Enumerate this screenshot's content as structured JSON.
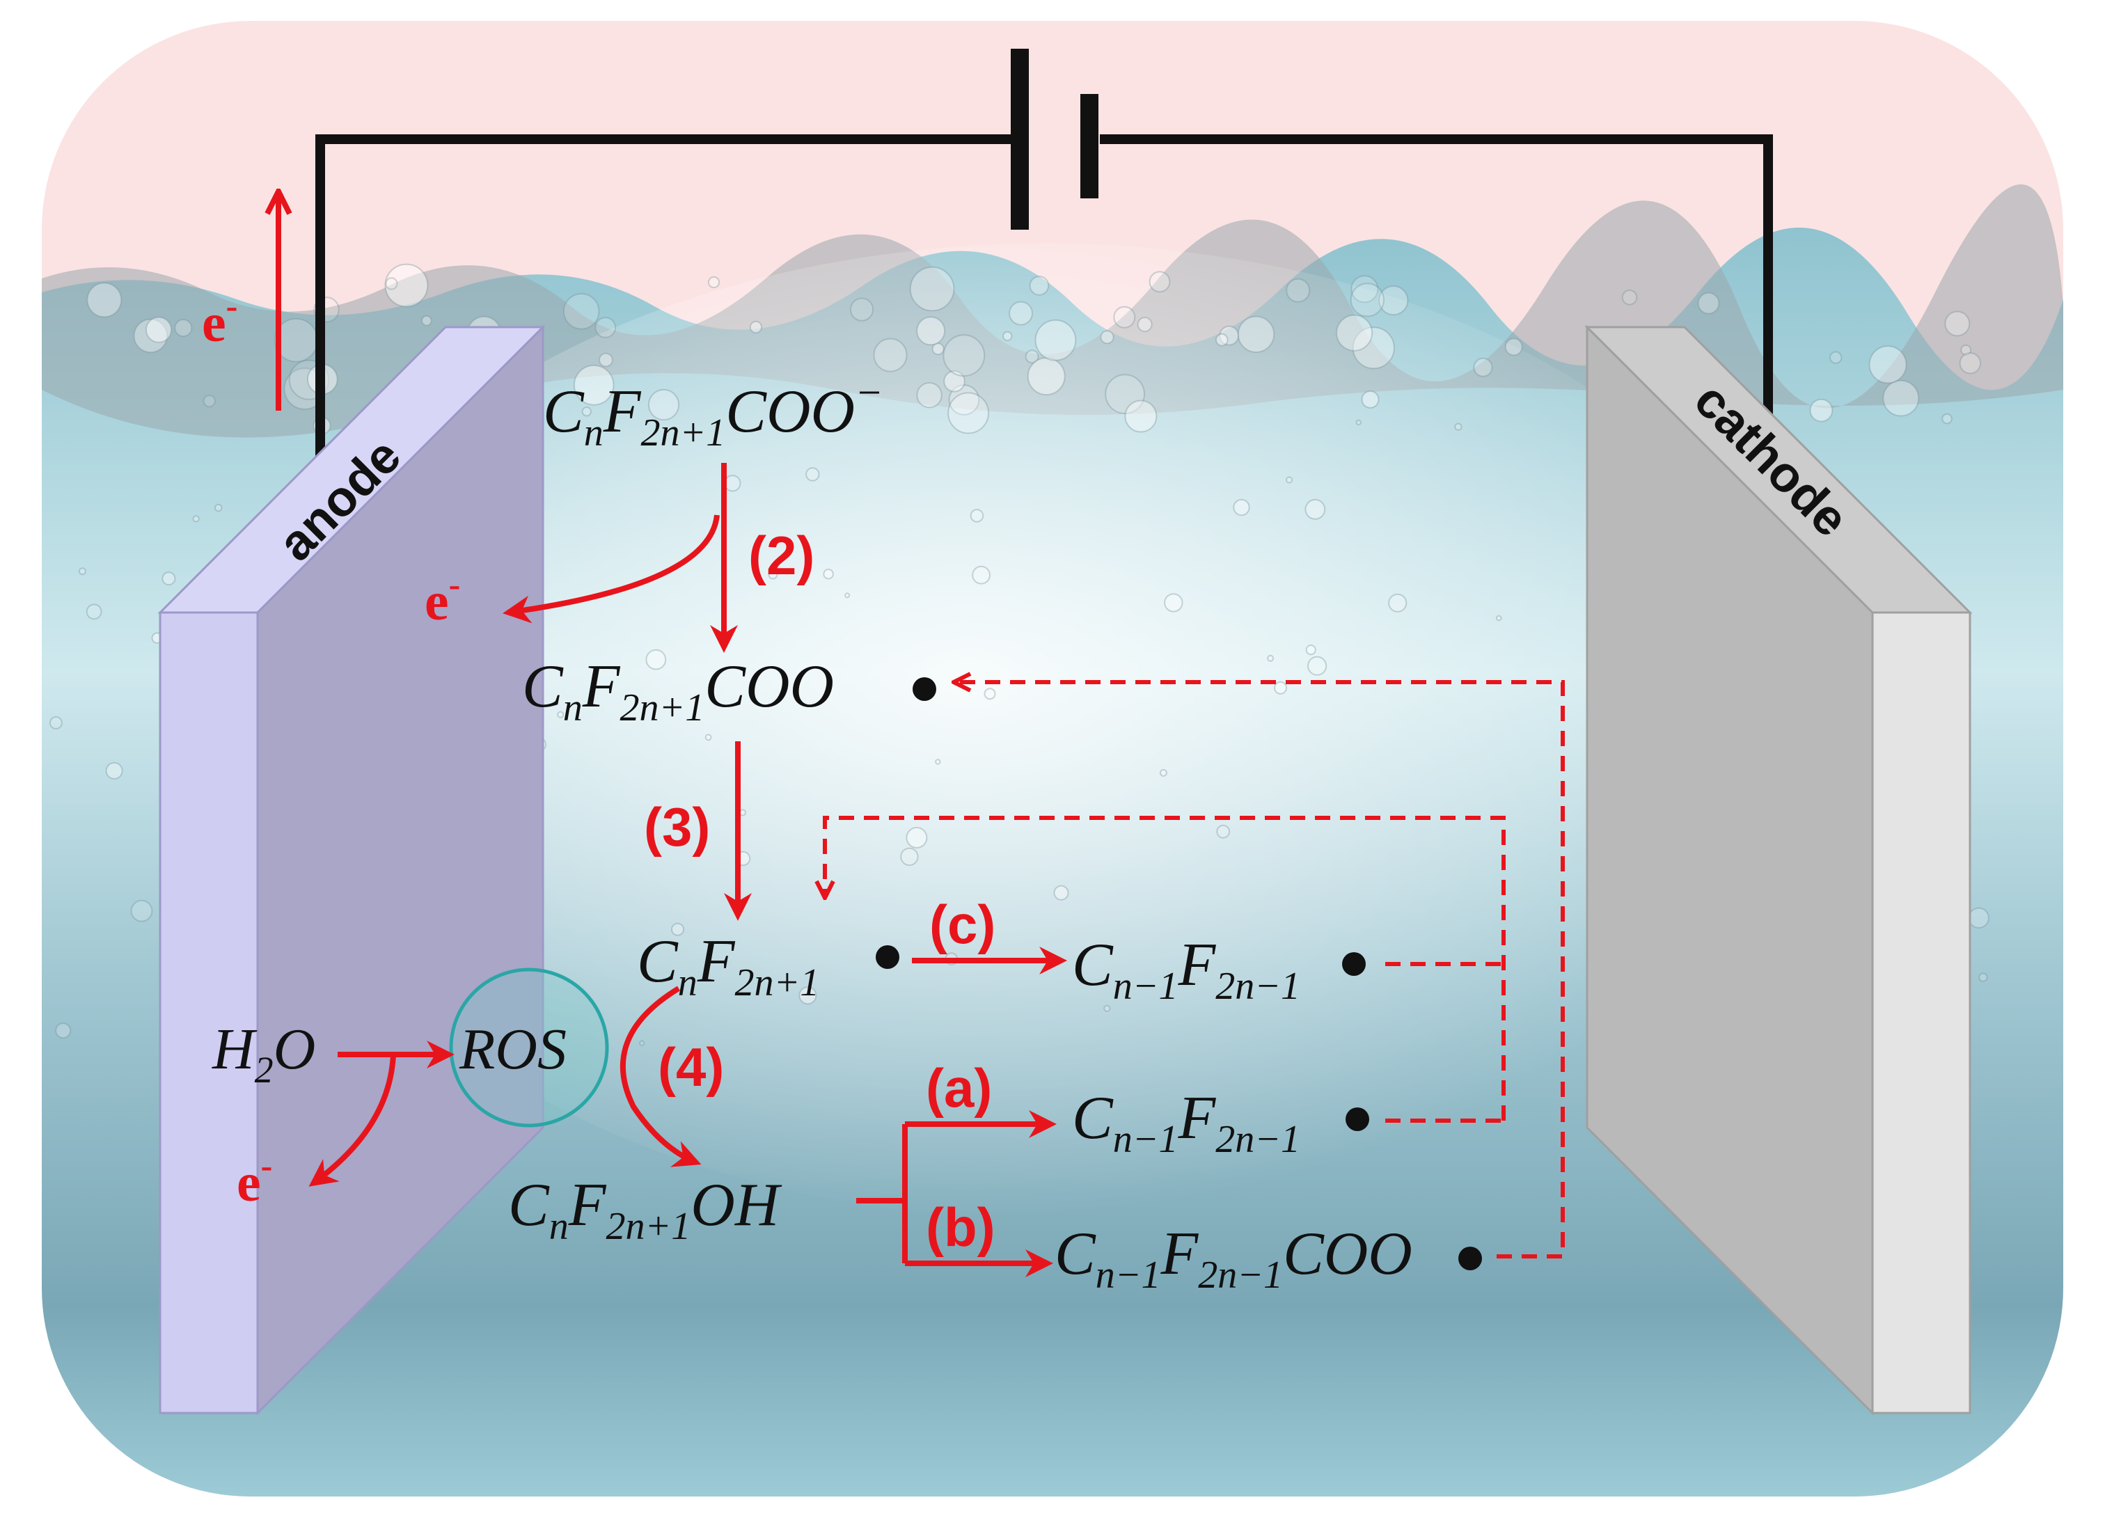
{
  "electrodes": {
    "anode": "anode",
    "cathode": "cathode"
  },
  "electron": {
    "base": "e",
    "sup": "-"
  },
  "species": {
    "anion": {
      "parts": [
        "C",
        "n",
        "F",
        "2n+1",
        "COO",
        "−"
      ]
    },
    "carboxyl_radical": {
      "parts": [
        "C",
        "n",
        "F",
        "2n+1",
        "COO"
      ]
    },
    "perfluoro_radical": {
      "parts": [
        "C",
        "n",
        "F",
        "2n+1"
      ]
    },
    "shorter_radical_c": {
      "parts": [
        "C",
        "n−1",
        "F",
        "2n−1"
      ]
    },
    "shorter_radical_a": {
      "parts": [
        "C",
        "n−1",
        "F",
        "2n−1"
      ]
    },
    "alcohol": {
      "parts": [
        "C",
        "n",
        "F",
        "2n+1",
        "OH"
      ]
    },
    "shorter_carboxyl_radical": {
      "parts": [
        "C",
        "n−1",
        "F",
        "2n−1",
        "COO"
      ]
    },
    "water": {
      "parts": [
        "H",
        "2",
        "O"
      ]
    },
    "ros": "ROS"
  },
  "steps": {
    "s2": "(2)",
    "s3": "(3)",
    "s4": "(4)",
    "sa": "(a)",
    "sb": "(b)",
    "sc": "(c)"
  },
  "colors": {
    "arrow": "#e8141c",
    "wire": "#111111",
    "anode_face": "#a9a6c8",
    "anode_side": "#cfcdf2",
    "cathode_face": "#b9b9b9",
    "cathode_side": "#e4e4e4",
    "ros_fill": "#7fc9c9",
    "ros_stroke": "#2aa6a6"
  }
}
